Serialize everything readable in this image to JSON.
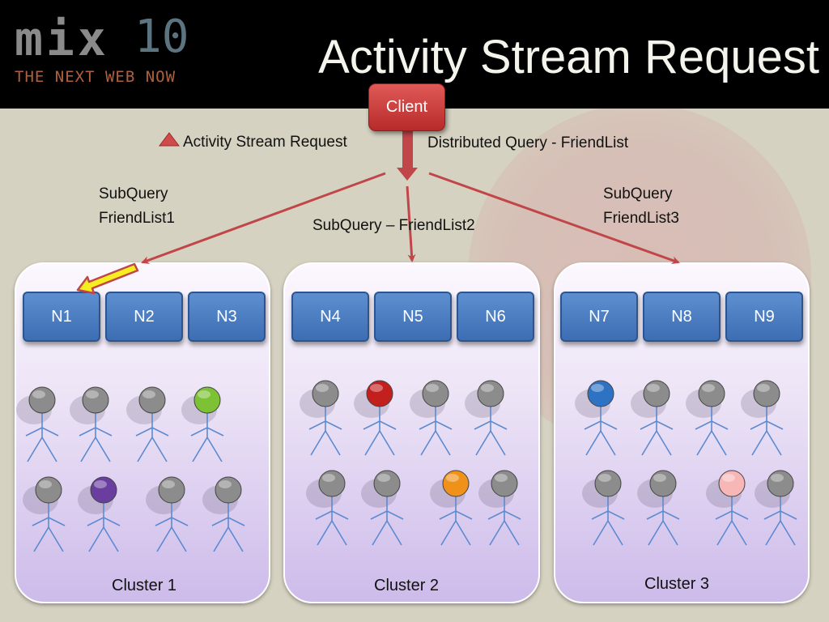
{
  "header": {
    "logo_text": "mix",
    "logo_number": "10",
    "tagline": "THE NEXT WEB NOW",
    "title": "Activity Stream Request"
  },
  "diagram": {
    "client_label": "Client",
    "legend_label": "Activity Stream Request",
    "distributed_query_label": "Distributed Query - FriendList",
    "subqueries": [
      {
        "line1": "SubQuery",
        "line2": "FriendList1"
      },
      {
        "line1": "SubQuery – FriendList2"
      },
      {
        "line1": "SubQuery",
        "line2": "FriendList3"
      }
    ],
    "clusters": [
      {
        "label": "Cluster 1",
        "nodes": [
          "N1",
          "N2",
          "N3"
        ],
        "people": [
          {
            "row": 0,
            "col": 0,
            "head": "#8c8c8c"
          },
          {
            "row": 0,
            "col": 1,
            "head": "#8c8c8c"
          },
          {
            "row": 0,
            "col": 2,
            "head": "#8c8c8c"
          },
          {
            "row": 0,
            "col": 3,
            "head": "#7cc234"
          },
          {
            "row": 1,
            "col": 0,
            "head": "#8c8c8c"
          },
          {
            "row": 1,
            "col": 1,
            "head": "#6a3e9e"
          },
          {
            "row": 1,
            "col": 2,
            "head": "#8c8c8c"
          },
          {
            "row": 1,
            "col": 3,
            "head": "#8c8c8c"
          }
        ]
      },
      {
        "label": "Cluster 2",
        "nodes": [
          "N4",
          "N5",
          "N6"
        ],
        "people": [
          {
            "row": 0,
            "col": 0,
            "head": "#8c8c8c"
          },
          {
            "row": 0,
            "col": 1,
            "head": "#c41f1f"
          },
          {
            "row": 0,
            "col": 2,
            "head": "#8c8c8c"
          },
          {
            "row": 0,
            "col": 3,
            "head": "#8c8c8c"
          },
          {
            "row": 1,
            "col": 0,
            "head": "#8c8c8c"
          },
          {
            "row": 1,
            "col": 1,
            "head": "#8c8c8c"
          },
          {
            "row": 1,
            "col": 2,
            "head": "#f0921a"
          },
          {
            "row": 1,
            "col": 3,
            "head": "#8c8c8c"
          }
        ]
      },
      {
        "label": "Cluster 3",
        "nodes": [
          "N7",
          "N8",
          "N9"
        ],
        "people": [
          {
            "row": 0,
            "col": 0,
            "head": "#2e72c4"
          },
          {
            "row": 0,
            "col": 1,
            "head": "#8c8c8c"
          },
          {
            "row": 0,
            "col": 2,
            "head": "#8c8c8c"
          },
          {
            "row": 0,
            "col": 3,
            "head": "#8c8c8c"
          },
          {
            "row": 1,
            "col": 0,
            "head": "#8c8c8c"
          },
          {
            "row": 1,
            "col": 1,
            "head": "#8c8c8c"
          },
          {
            "row": 1,
            "col": 2,
            "head": "#f7b7b7"
          },
          {
            "row": 1,
            "col": 3,
            "head": "#8c8c8c"
          }
        ]
      }
    ]
  },
  "colors": {
    "background": "#d6d2c2",
    "arrow": "#c0464a",
    "node_blue": "#4a7bc0",
    "client_red": "#c83a38",
    "cluster_lavender": "#ddd0f0",
    "highlight_arrow": "#f5ef22"
  }
}
